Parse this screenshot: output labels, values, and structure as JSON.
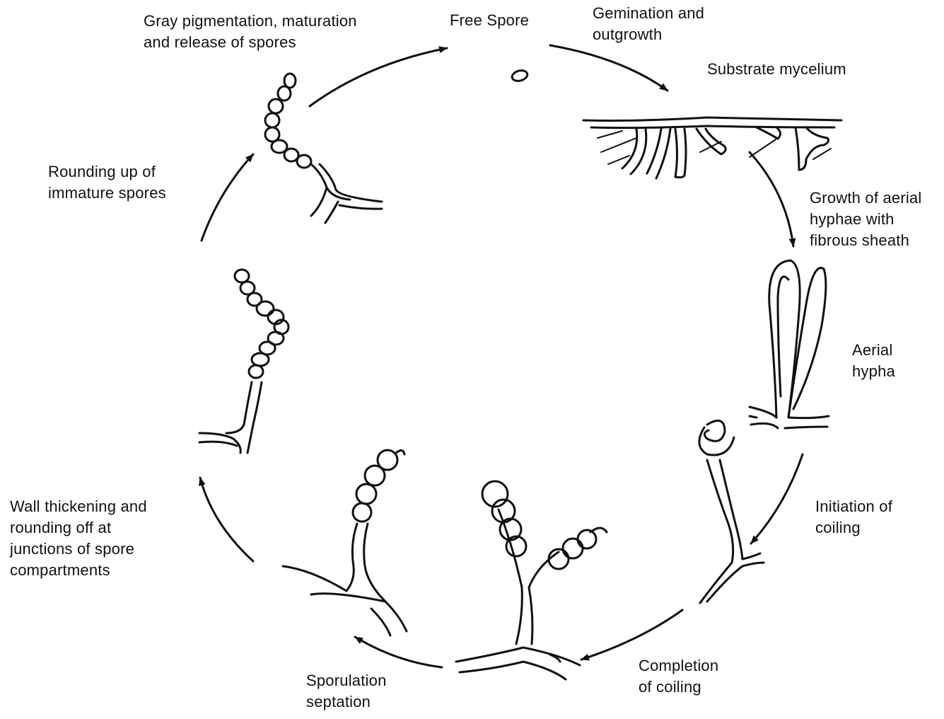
{
  "stages": [
    {
      "id": "free-spore",
      "lines": [
        "Free Spore"
      ]
    },
    {
      "id": "germination",
      "lines": [
        "Gemination and",
        "outgrowth"
      ]
    },
    {
      "id": "substrate-mycelium",
      "lines": [
        "Substrate mycelium"
      ]
    },
    {
      "id": "aerial-growth",
      "lines": [
        "Growth of aerial",
        "hyphae with",
        "fibrous sheath"
      ]
    },
    {
      "id": "aerial-hypha",
      "lines": [
        "Aerial",
        "hypha"
      ]
    },
    {
      "id": "initiation-coiling",
      "lines": [
        "Initiation of",
        "coiling"
      ]
    },
    {
      "id": "completion-coiling",
      "lines": [
        "Completion",
        "of coiling"
      ]
    },
    {
      "id": "sporulation",
      "lines": [
        "Sporulation",
        "septation"
      ]
    },
    {
      "id": "wall-thickening",
      "lines": [
        "Wall thickening and",
        "rounding off at",
        "junctions of spore",
        "compartments"
      ]
    },
    {
      "id": "rounding-up",
      "lines": [
        "Rounding up of",
        "immature spores"
      ]
    },
    {
      "id": "gray-pigmentation",
      "lines": [
        "Gray pigmentation, maturation",
        "and release of spores"
      ]
    }
  ]
}
